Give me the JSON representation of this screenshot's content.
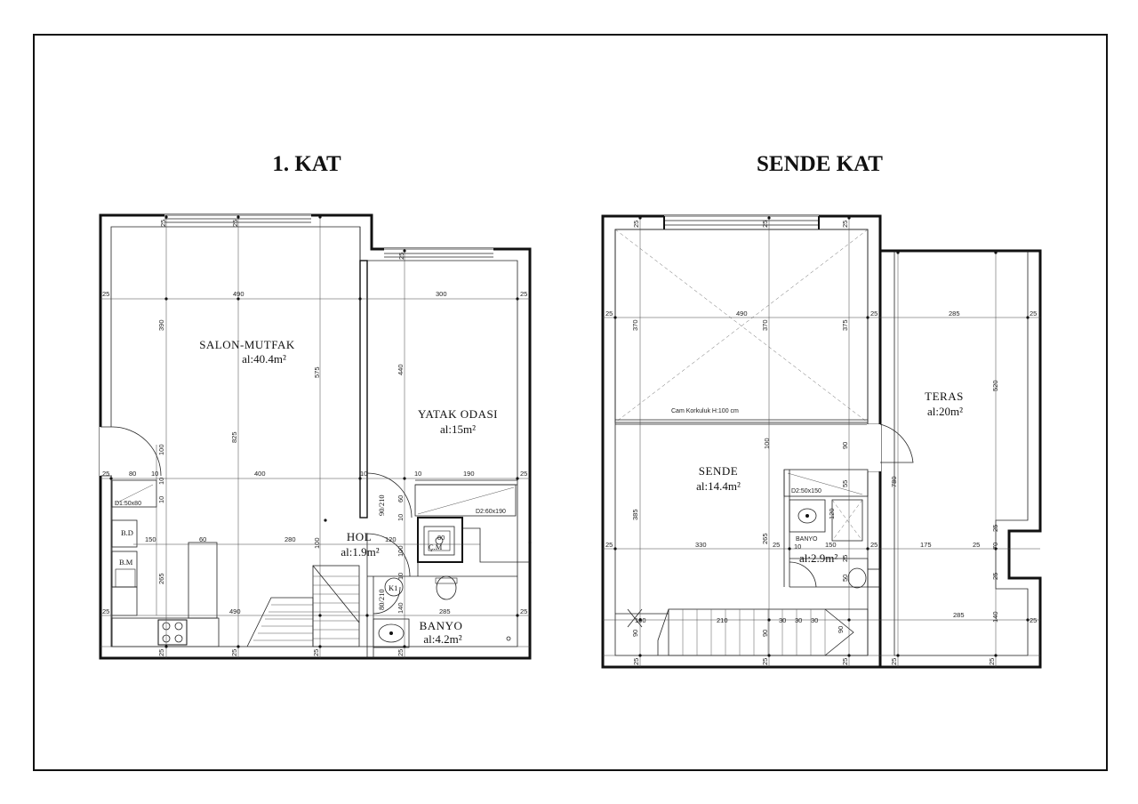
{
  "floor1": {
    "title": "1. KAT",
    "rooms": {
      "salon": {
        "name": "SALON-MUTFAK",
        "area": "al:40.4m²"
      },
      "yatak": {
        "name": "YATAK ODASI",
        "area": "al:15m²"
      },
      "hol": {
        "name": "HOL",
        "area": "al:1.9m²"
      },
      "banyo": {
        "name": "BANYO",
        "area": "al:4.2m²"
      }
    },
    "fixtures": {
      "bd": "B.D",
      "bm": "B.M",
      "cm": "Ç.M",
      "d1": "D1:50x80",
      "d2": "D2:60x190",
      "k1": "K1",
      "door1": "90/210",
      "door2": "80/210"
    },
    "dims": {
      "top_a": "25",
      "top_b": "25",
      "right_a": "25",
      "row1": [
        "25",
        "490",
        "300",
        "25"
      ],
      "row2": [
        "25",
        "80",
        "10",
        "400",
        "10",
        "10",
        "190",
        "25"
      ],
      "row3": [
        "150",
        "60",
        "280",
        "120",
        "80"
      ],
      "row4": [
        "25",
        "490",
        "285",
        "25"
      ],
      "bottom": [
        "25",
        "25",
        "25",
        "25"
      ],
      "v1": "390",
      "v2": "575",
      "v3": "440",
      "v4": "825",
      "v5": "100",
      "v6": "265",
      "v7": "100",
      "v8": "100",
      "v9": "60",
      "v10": "10",
      "v11": "10",
      "v12": "140",
      "v13": "10",
      "v14": "10"
    }
  },
  "floor2": {
    "title": "SENDE KAT",
    "rooms": {
      "sende": {
        "name": "SENDE",
        "area": "al:14.4m²"
      },
      "teras": {
        "name": "TERAS",
        "area": "al:20m²"
      },
      "banyo": {
        "name": "BANYO",
        "area": "al:2.9m²"
      }
    },
    "fixtures": {
      "railing": "Cam Korkuluk H:100 cm",
      "d2": "D2:50x150"
    },
    "dims": {
      "row1": [
        "25",
        "490",
        "25",
        "285",
        "25"
      ],
      "row2": [
        "25",
        "330",
        "25",
        "150",
        "25",
        "175",
        "25"
      ],
      "row3": [
        "285",
        "25"
      ],
      "stairs": [
        "100",
        "210",
        "30",
        "30",
        "30",
        "90"
      ],
      "bottom": [
        "25",
        "25",
        "25",
        "25",
        "25"
      ],
      "top": [
        "25",
        "25",
        "25"
      ],
      "v1": "370",
      "v2": "370",
      "v3": "375",
      "v4": "520",
      "v5": "100",
      "v6": "90",
      "v7": "385",
      "v8": "265",
      "v9": "780",
      "v10": "55",
      "v11": "120",
      "v12": "70",
      "v13": "25",
      "v14": "140",
      "v15": "25",
      "v16": "90",
      "v17": "50",
      "v18": "90",
      "v19": "10",
      "v20": "25"
    }
  }
}
